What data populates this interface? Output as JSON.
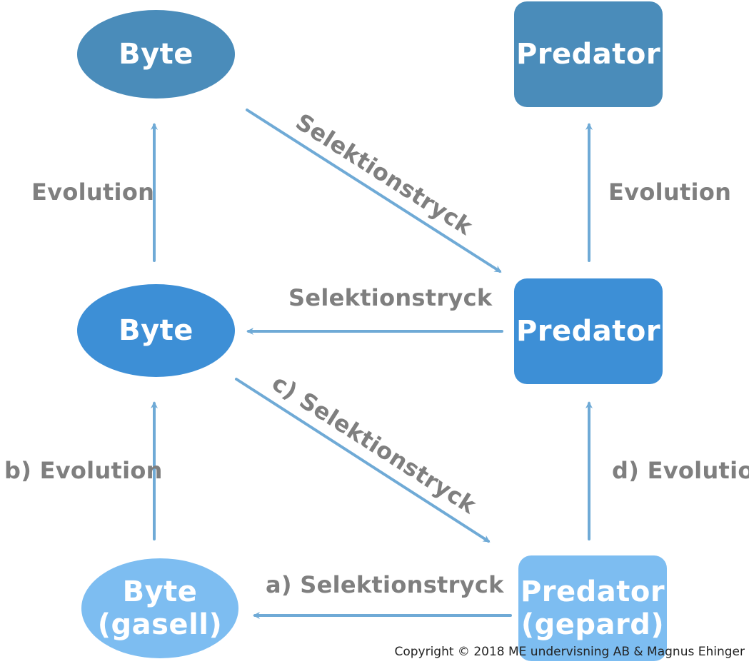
{
  "colors": {
    "level_top": "#4a8cba",
    "level_middle": "#3d8fd6",
    "level_bottom": "#7dbdf1",
    "arrow": "#6faad6",
    "label": "#7f7f7f"
  },
  "nodes": {
    "prey_top": {
      "line1": "Byte",
      "line2": ""
    },
    "predator_top": {
      "line1": "Predator",
      "line2": ""
    },
    "prey_middle": {
      "line1": "Byte",
      "line2": ""
    },
    "predator_middle": {
      "line1": "Predator",
      "line2": ""
    },
    "prey_bottom": {
      "line1": "Byte",
      "line2": "(gasell)"
    },
    "predator_bottom": {
      "line1": "Predator",
      "line2": "(gepard)"
    }
  },
  "labels": {
    "evolution_top_left": "Evolution",
    "evolution_top_right": "Evolution",
    "selection_diag_top": "Selektionstryck",
    "selection_horiz_middle": "Selektionstryck",
    "selection_diag_bottom": "c) Selektionstryck",
    "evolution_bottom_left": "b) Evolution",
    "evolution_bottom_right": "d) Evolution",
    "selection_horiz_bottom": "a) Selektionstryck"
  },
  "copyright": "Copyright © 2018 ME undervisning AB & Magnus Ehinger"
}
